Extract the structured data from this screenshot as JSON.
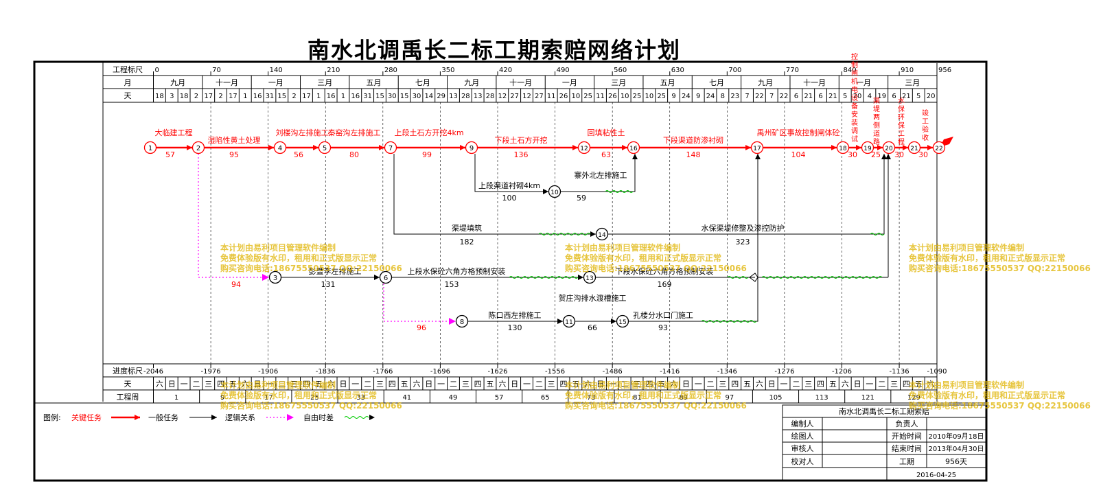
{
  "title": "南水北调禹长二标工期索赔网络计划",
  "top_scale": {
    "labels": {
      "scale": "工程标尺",
      "month": "月",
      "day": "天"
    },
    "ticks": [
      "0",
      "70",
      "140",
      "210",
      "280",
      "350",
      "420",
      "490",
      "560",
      "630",
      "700",
      "770",
      "840",
      "910",
      "956"
    ],
    "months": [
      "九月",
      "十一月",
      "一月",
      "三月",
      "五月",
      "七月",
      "九月",
      "十一月",
      "一月",
      "三月",
      "五月",
      "七月",
      "九月",
      "十一月",
      "一月",
      "三月"
    ],
    "days": [
      "18",
      "3",
      "18",
      "2",
      "17",
      "2",
      "17",
      "1",
      "16",
      "31",
      "15",
      "2",
      "17",
      "1",
      "16",
      "1",
      "16",
      "31",
      "15",
      "30",
      "15",
      "30",
      "14",
      "29",
      "13",
      "28",
      "13",
      "28",
      "12",
      "27",
      "12",
      "27",
      "11",
      "26",
      "10",
      "25",
      "11",
      "26",
      "10",
      "25",
      "10",
      "25",
      "9",
      "24",
      "9",
      "24",
      "8",
      "23",
      "7",
      "22",
      "7",
      "22",
      "6",
      "21",
      "6",
      "21",
      "5",
      "20",
      "4",
      "19",
      "6",
      "21",
      "5",
      "20"
    ]
  },
  "bottom_scale": {
    "labels": {
      "scale": "进度标尺",
      "day": "天",
      "week": "工程周"
    },
    "ticks": [
      "-2046",
      "-1976",
      "-1906",
      "-1836",
      "-1766",
      "-1696",
      "-1626",
      "-1556",
      "-1486",
      "-1416",
      "-1346",
      "-1276",
      "-1206",
      "-1136",
      "-1090"
    ],
    "weekdays": [
      "六",
      "日",
      "一",
      "二",
      "三",
      "四",
      "五",
      "六",
      "日",
      "一",
      "二",
      "三",
      "四",
      "五",
      "六",
      "日",
      "一",
      "二",
      "三",
      "四",
      "五",
      "六",
      "日",
      "一",
      "二",
      "三",
      "四",
      "五",
      "六",
      "日",
      "一",
      "二",
      "三",
      "四",
      "五",
      "六",
      "日",
      "一",
      "二",
      "三",
      "四",
      "五",
      "六",
      "日",
      "一",
      "二",
      "三",
      "四",
      "五",
      "六",
      "日",
      "一",
      "二",
      "三",
      "四",
      "五",
      "六",
      "日",
      "一",
      "二",
      "三",
      "四",
      "五",
      "六"
    ],
    "weeks": [
      "1",
      "9",
      "17",
      "25",
      "33",
      "41",
      "49",
      "57",
      "65",
      "73",
      "81",
      "89",
      "97",
      "105",
      "113",
      "121",
      "129"
    ]
  },
  "nodes": [
    "1",
    "2",
    "3",
    "4",
    "5",
    "6",
    "7",
    "8",
    "9",
    "10",
    "11",
    "12",
    "13",
    "14",
    "15",
    "16",
    "17",
    "18",
    "19",
    "20",
    "21",
    "22"
  ],
  "tasks": {
    "t1": {
      "name": "大临建工程",
      "duration": "57"
    },
    "t2": {
      "name": "湿陷性黄土处理",
      "duration": "95"
    },
    "t3": {
      "name": "刘楼沟左排施工",
      "duration": "56"
    },
    "t4": {
      "name": "秦窑沟左排施工",
      "duration": "80"
    },
    "t5": {
      "name": "上段土石方开挖4km",
      "duration": "99"
    },
    "t6": {
      "name": "下段土石方开挖",
      "duration": "136"
    },
    "t7": {
      "name": "回填粘性土",
      "duration": "63"
    },
    "t8": {
      "name": "下段渠道防渗衬砌",
      "duration": "148"
    },
    "t9": {
      "name": "禹州矿区事故控制闸体砼",
      "duration": "104"
    },
    "t10": {
      "name": "控制闸机电设备安装调试",
      "duration": "30"
    },
    "t11": {
      "name": "渠堤两侧道路",
      "duration": "25"
    },
    "t12": {
      "name": "水保环保工程",
      "duration": "30"
    },
    "t13": {
      "name": "竣工验收",
      "duration": "30"
    },
    "t14": {
      "name": "上段渠道衬砌4km",
      "duration": "100"
    },
    "t15": {
      "name": "寨外北左排施工",
      "duration": "59"
    },
    "t16": {
      "name": "渠堤填筑",
      "duration": "182"
    },
    "t17": {
      "name": "水保渠堤修整及渗控防护",
      "duration": "323"
    },
    "t18": {
      "name": "彭暨李左排施工",
      "duration": "131"
    },
    "t19": {
      "name": "上段水保砼六角方格预制安装",
      "duration": "153"
    },
    "t20": {
      "name": "下段水保砼六角方格预制安装",
      "duration": "169"
    },
    "t21": {
      "name": "陈口西左排施工",
      "duration": "130"
    },
    "t22": {
      "name": "贺庄沟排水渡槽施工",
      "duration": "66"
    },
    "t23": {
      "name": "孔楼分水口门施工",
      "duration": "93"
    },
    "d1": {
      "duration": "94"
    },
    "d2": {
      "duration": "96"
    }
  },
  "legend": {
    "label": "图例:",
    "critical": "关键任务",
    "normal": "一般任务",
    "logic": "逻辑关系",
    "float": "自由时差"
  },
  "title_block": {
    "project": "南水北调禹长二标工期索赔",
    "compiler_label": "编制人",
    "drawer_label": "绘图人",
    "reviewer_label": "审核人",
    "checker_label": "校对人",
    "owner_label": "负责人",
    "start_label": "开始时间",
    "start_value": "2010年09月18日",
    "end_label": "结束时间",
    "end_value": "2013年04月30日",
    "period_label": "工期",
    "period_value": "956天",
    "date": "2016-04-25"
  },
  "watermark": {
    "line1": "本计划由易利项目管理软件编制",
    "line2": "免费体验版有水印，租用和正式版显示正常",
    "line3": "购买咨询电话:18675550537 QQ:22150066"
  },
  "colors": {
    "critical": "#ff0000",
    "normal": "#000000",
    "logic": "#ff00ff",
    "float": "#00cc00",
    "watermark": "#e0b300"
  }
}
